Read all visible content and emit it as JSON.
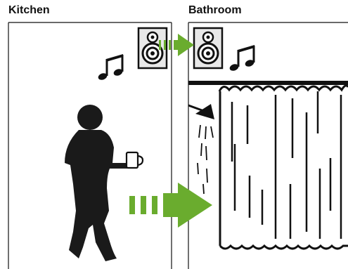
{
  "rooms": {
    "kitchen": {
      "label": "Kitchen"
    },
    "bathroom": {
      "label": "Bathroom"
    }
  },
  "colors": {
    "arrow": "#6aac2e",
    "ink": "#111111",
    "speaker_face": "#e8e8e8"
  },
  "icons": [
    "speaker-icon",
    "music-note-icon",
    "person-silhouette",
    "coffee-mug-icon",
    "shower-head-icon",
    "shower-curtain",
    "sound-arrow"
  ]
}
